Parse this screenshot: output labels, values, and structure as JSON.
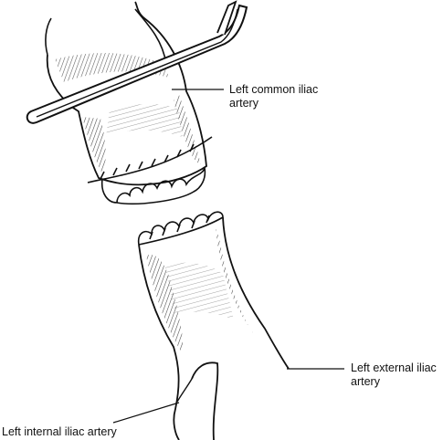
{
  "labels": {
    "common_line1": "Left common iliac",
    "common_line2": "artery",
    "external_line1": "Left external iliac",
    "external_line2": "artery",
    "internal": "Left internal iliac artery"
  },
  "colors": {
    "ink": "#111111",
    "background": "#ffffff"
  },
  "icons": {
    "clamp": "vascular-clamp-drawing",
    "vessel": "artery-segment-drawing"
  }
}
